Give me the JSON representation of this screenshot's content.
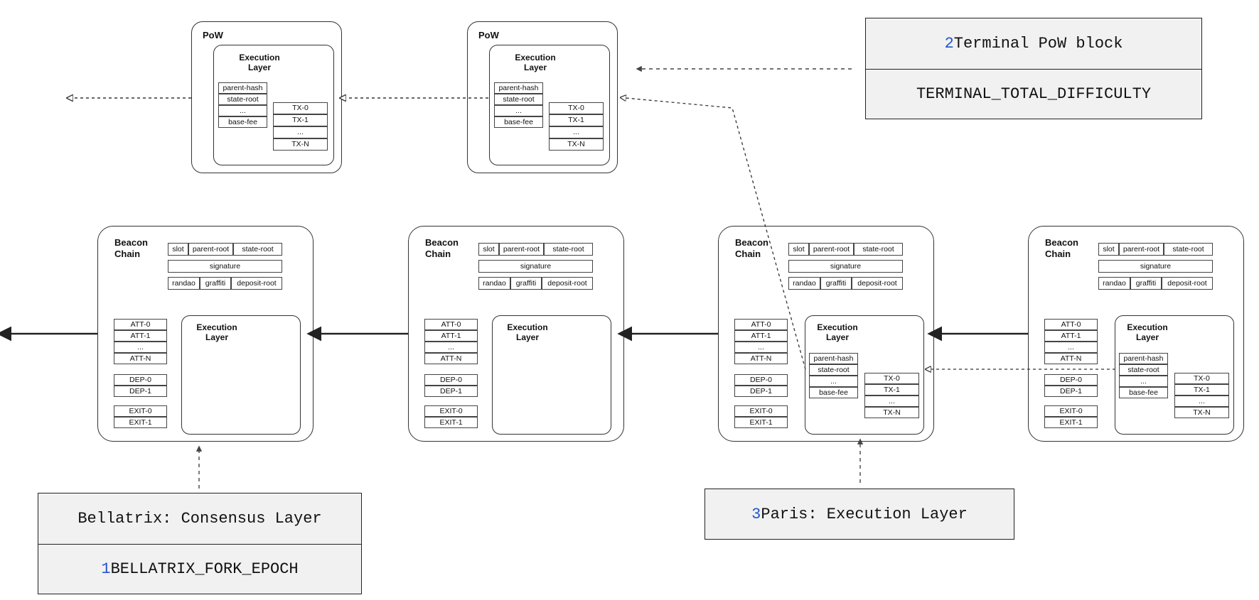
{
  "pow_blocks": [
    {
      "title": "PoW",
      "execution_title": "Execution\nLayer",
      "header_fields": [
        "parent-hash",
        "state-root",
        "...",
        "base-fee"
      ],
      "transactions": [
        "TX-0",
        "TX-1",
        "...",
        "TX-N"
      ]
    },
    {
      "title": "PoW",
      "execution_title": "Execution\nLayer",
      "header_fields": [
        "parent-hash",
        "state-root",
        "...",
        "base-fee"
      ],
      "transactions": [
        "TX-0",
        "TX-1",
        "...",
        "TX-N"
      ]
    }
  ],
  "beacon_blocks": [
    {
      "title": "Beacon\nChain",
      "execution_title": "Execution\nLayer",
      "header_row1": [
        "slot",
        "parent-root",
        "state-root"
      ],
      "signature": "signature",
      "header_row3": [
        "randao",
        "graffiti",
        "deposit-root"
      ],
      "attestations": [
        "ATT-0",
        "ATT-1",
        "...",
        "ATT-N"
      ],
      "deposits": [
        "DEP-0",
        "DEP-1"
      ],
      "exits": [
        "EXIT-0",
        "EXIT-1"
      ],
      "header_fields": [],
      "transactions": []
    },
    {
      "title": "Beacon\nChain",
      "execution_title": "Execution\nLayer",
      "header_row1": [
        "slot",
        "parent-root",
        "state-root"
      ],
      "signature": "signature",
      "header_row3": [
        "randao",
        "graffiti",
        "deposit-root"
      ],
      "attestations": [
        "ATT-0",
        "ATT-1",
        "...",
        "ATT-N"
      ],
      "deposits": [
        "DEP-0",
        "DEP-1"
      ],
      "exits": [
        "EXIT-0",
        "EXIT-1"
      ],
      "header_fields": [],
      "transactions": []
    },
    {
      "title": "Beacon\nChain",
      "execution_title": "Execution\nLayer",
      "header_row1": [
        "slot",
        "parent-root",
        "state-root"
      ],
      "signature": "signature",
      "header_row3": [
        "randao",
        "graffiti",
        "deposit-root"
      ],
      "attestations": [
        "ATT-0",
        "ATT-1",
        "...",
        "ATT-N"
      ],
      "deposits": [
        "DEP-0",
        "DEP-1"
      ],
      "exits": [
        "EXIT-0",
        "EXIT-1"
      ],
      "header_fields": [
        "parent-hash",
        "state-root",
        "...",
        "base-fee"
      ],
      "transactions": [
        "TX-0",
        "TX-1",
        "...",
        "TX-N"
      ]
    },
    {
      "title": "Beacon\nChain",
      "execution_title": "Execution\nLayer",
      "header_row1": [
        "slot",
        "parent-root",
        "state-root"
      ],
      "signature": "signature",
      "header_row3": [
        "randao",
        "graffiti",
        "deposit-root"
      ],
      "attestations": [
        "ATT-0",
        "ATT-1",
        "...",
        "ATT-N"
      ],
      "deposits": [
        "DEP-0",
        "DEP-1"
      ],
      "exits": [
        "EXIT-0",
        "EXIT-1"
      ],
      "header_fields": [
        "parent-hash",
        "state-root",
        "...",
        "base-fee"
      ],
      "transactions": [
        "TX-0",
        "TX-1",
        "...",
        "TX-N"
      ]
    }
  ],
  "labels": {
    "terminal_pow": {
      "num": "2",
      "text": "Terminal PoW block",
      "sub": "TERMINAL_TOTAL_DIFFICULTY"
    },
    "bellatrix": {
      "text": "Bellatrix: Consensus Layer",
      "num": "1",
      "sub": "BELLATRIX_FORK_EPOCH"
    },
    "paris": {
      "num": "3",
      "text": "Paris: Execution Layer"
    }
  }
}
